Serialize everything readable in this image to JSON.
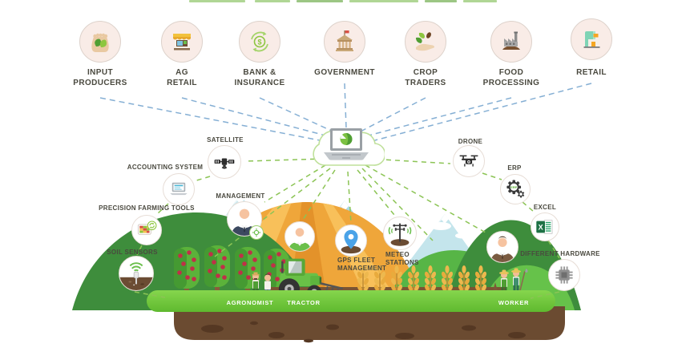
{
  "colors": {
    "dashed_line_blue": "#85afd4",
    "dashed_line_green": "#8cc455",
    "node_label": "#4a493f",
    "circle_fill": "#f9ece7",
    "circle_border": "#ddd2cb",
    "accent_green": "#6abf4b",
    "band_green": "#74c73e",
    "soil_brown": "#6b4c33",
    "scene_label_white": "#ffffff"
  },
  "stakeholders": {
    "items": [
      {
        "label": "INPUT\nPRODUCERS",
        "icon": "seed-bag-icon"
      },
      {
        "label": "AG\nRETAIL",
        "icon": "storefront-icon"
      },
      {
        "label": "BANK &\nINSURANCE",
        "icon": "money-exchange-icon",
        "icon_text": "$"
      },
      {
        "label": "GOVERNMENT",
        "icon": "government-building-icon"
      },
      {
        "label": "CROP\nTRADERS",
        "icon": "hand-with-crops-icon"
      },
      {
        "label": "FOOD\nPROCESSING",
        "icon": "factory-icon"
      },
      {
        "label": "RETAIL",
        "icon": "mall-icon"
      }
    ]
  },
  "hub": {
    "icon": "cloud-laptop-leaf-icon"
  },
  "left_tools": {
    "items": [
      {
        "label": "SATELLITE",
        "icon": "satellite-icon"
      },
      {
        "label": "ACCOUNTING SYSTEM",
        "icon": "accounting-laptop-icon"
      },
      {
        "label": "PRECISION FARMING TOOLS",
        "icon": "field-map-icon"
      },
      {
        "label": "SOIL SENSORS",
        "icon": "soil-sensor-icon"
      }
    ]
  },
  "right_tools": {
    "items": [
      {
        "label": "DRONE",
        "icon": "drone-icon"
      },
      {
        "label": "ERP",
        "icon": "erp-gears-icon",
        "icon_text": "ERP"
      },
      {
        "label": "EXCEL",
        "icon": "excel-icon",
        "icon_text": "X"
      },
      {
        "label": "DIFFERENT HARDWARE",
        "icon": "chip-icon"
      }
    ]
  },
  "field_nodes": {
    "items": [
      {
        "label": "MANAGEMENT",
        "icon": "manager-avatar-icon"
      },
      {
        "label": "GPS FLEET\nMANAGEMENT",
        "icon": "gps-pin-icon"
      },
      {
        "label": "METEO\nSTATIONS",
        "icon": "weather-station-icon"
      },
      {
        "icon": "farmer-avatar-icon"
      },
      {
        "icon": "worker-avatar-icon"
      }
    ]
  },
  "scene": {
    "labels": [
      {
        "text": "AGRONOMIST"
      },
      {
        "text": "TRACTOR"
      },
      {
        "text": "WORKER"
      }
    ]
  }
}
